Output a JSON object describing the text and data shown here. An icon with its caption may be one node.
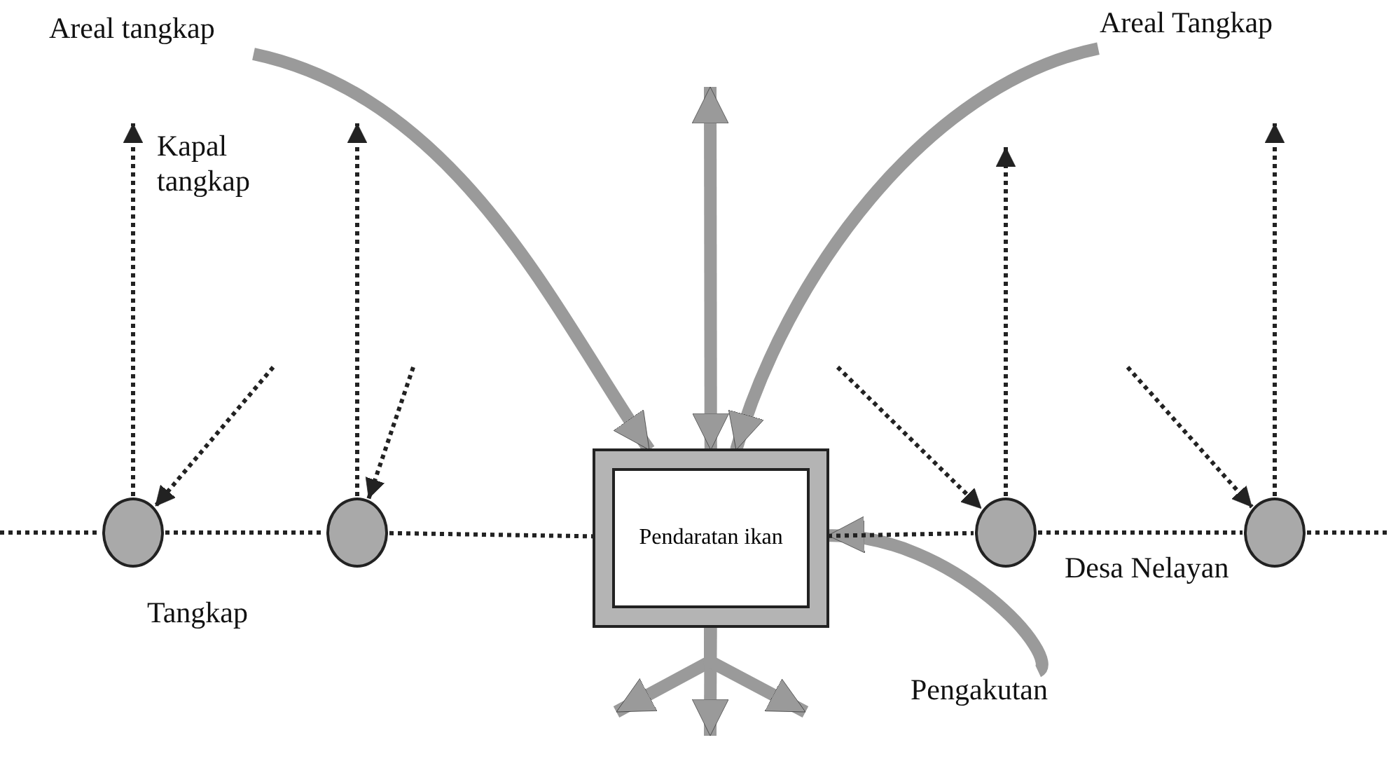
{
  "diagram": {
    "nodes": [
      {
        "text": [
          "Areal tangkap"
        ]
      },
      {
        "text": [
          "Areal Tangkap"
        ]
      },
      {
        "text": [],
        "shape": "circle"
      },
      {
        "text": [],
        "shape": "circle"
      },
      {
        "text": [
          "Pendaratan ikan"
        ]
      },
      {
        "text": [],
        "shape": "circle"
      },
      {
        "text": [],
        "shape": "circle"
      },
      {
        "text": [
          "Pengakutan"
        ]
      }
    ],
    "edges": [
      {
        "from": 0,
        "to": 4,
        "arrow": "to",
        "style": "thick",
        "color": "#9a9a9a"
      },
      {
        "from": 1,
        "to": 4,
        "arrow": "to",
        "style": "thick",
        "color": "#9a9a9a"
      },
      {
        "from": 7,
        "to": 4,
        "arrow": "to",
        "style": "thick",
        "color": "#9a9a9a"
      },
      {
        "from": null,
        "to": 4,
        "arrow": "both",
        "style": "thick",
        "color": "#9a9a9a"
      },
      {
        "from": 4,
        "to": null,
        "arrow": "to",
        "style": "thick",
        "color": "#9a9a9a"
      },
      {
        "from": 4,
        "to": null,
        "arrow": "to",
        "style": "thick",
        "color": "#9a9a9a"
      },
      {
        "from": 4,
        "to": null,
        "arrow": "to",
        "style": "thick",
        "color": "#9a9a9a"
      },
      {
        "from": 2,
        "to": null,
        "arrow": "to",
        "style": "dashed"
      },
      {
        "from": 3,
        "to": null,
        "arrow": "to",
        "style": "dashed"
      },
      {
        "from": 5,
        "to": null,
        "arrow": "to",
        "style": "dashed"
      },
      {
        "from": 6,
        "to": null,
        "arrow": "to",
        "style": "dashed"
      },
      {
        "from": null,
        "to": 2,
        "arrow": "to",
        "style": "dashed"
      },
      {
        "from": null,
        "to": 3,
        "arrow": "to",
        "style": "dashed"
      },
      {
        "from": null,
        "to": 5,
        "arrow": "to",
        "style": "dashed"
      },
      {
        "from": null,
        "to": 6,
        "arrow": "to",
        "style": "dashed"
      },
      {
        "from": null,
        "to": 2,
        "arrow": "none",
        "style": "dashed"
      },
      {
        "from": 2,
        "to": 3,
        "arrow": "none",
        "style": "dashed"
      },
      {
        "from": 3,
        "to": 4,
        "arrow": "none",
        "style": "dashed"
      },
      {
        "from": 4,
        "to": 5,
        "arrow": "none",
        "style": "dashed"
      },
      {
        "from": 5,
        "to": 6,
        "arrow": "none",
        "style": "dashed"
      },
      {
        "from": 6,
        "to": null,
        "arrow": "none",
        "style": "dashed"
      }
    ],
    "labels": [
      "Kapal tangkap",
      "Desa Nelayan",
      "Tangkap"
    ]
  }
}
